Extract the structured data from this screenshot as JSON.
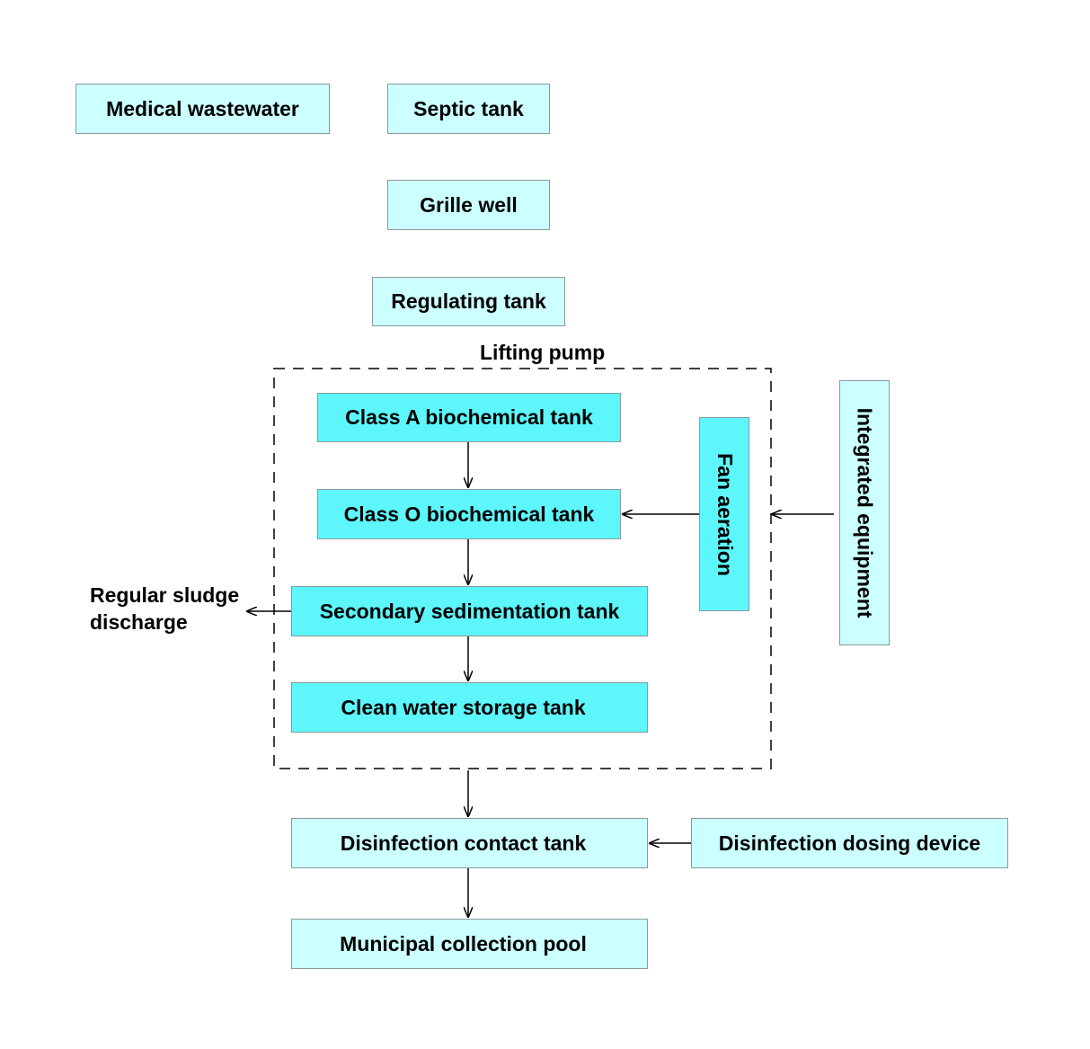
{
  "nodes": {
    "medical_wastewater": "Medical wastewater",
    "septic_tank": "Septic tank",
    "grille_well": "Grille well",
    "regulating_tank": "Regulating tank",
    "class_a_tank": "Class A biochemical tank",
    "class_o_tank": "Class O biochemical tank",
    "secondary_sedimentation_tank": "Secondary sedimentation tank",
    "clean_water_storage_tank": "Clean water storage tank",
    "fan_aeration": "Fan aeration",
    "integrated_equipment": "Integrated equipment",
    "disinfection_contact_tank": "Disinfection contact tank",
    "disinfection_dosing_device": "Disinfection dosing device",
    "municipal_collection_pool": "Municipal collection pool"
  },
  "labels": {
    "lifting_pump": "Lifting pump",
    "sludge_line1": "Regular sludge",
    "sludge_line2": "discharge"
  },
  "colors": {
    "light_box": "#ccffff",
    "bright_box": "#5cf6fb",
    "border": "#8a9a9c",
    "line": "#000000"
  }
}
